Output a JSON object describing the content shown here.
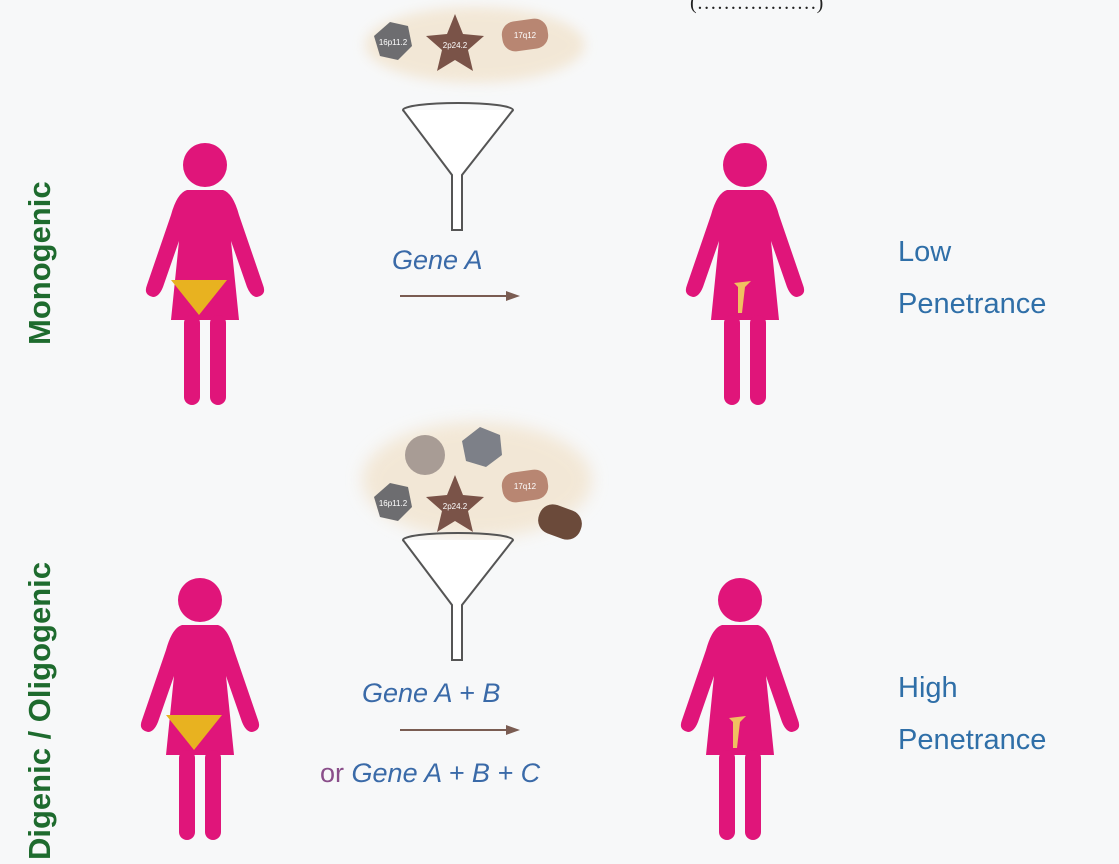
{
  "top_caption": "(………………)",
  "rows": [
    {
      "label": "Monogenic",
      "gene_text": "Gene A",
      "outcome_line1": "Low",
      "outcome_line2": "Penetrance",
      "variant_tags": [
        "16p11.2",
        "2p24.2",
        "17q12"
      ]
    },
    {
      "label": "Digenic / Oligogenic",
      "gene_text": "Gene A + B",
      "gene_text_prefix": "or",
      "gene_text_alt": "Gene A + B + C",
      "outcome_line1": "High",
      "outcome_line2": "Penetrance",
      "variant_tags": [
        "16p11.2",
        "2p24.2",
        "17q12"
      ]
    }
  ],
  "colors": {
    "figure": "#e0157a",
    "uterus_normal": "#e8b220",
    "uterus_abnormal": "#f0c060",
    "row_label": "#1e6b2e",
    "gene_text": "#3a6aa8",
    "outcome_text": "#2f6fa8",
    "arrow": "#7a5c52"
  },
  "icons": [
    "woman-icon",
    "funnel-icon",
    "hexagon-variant-icon",
    "star-variant-icon",
    "rounded-variant-icon",
    "arrow-icon"
  ]
}
